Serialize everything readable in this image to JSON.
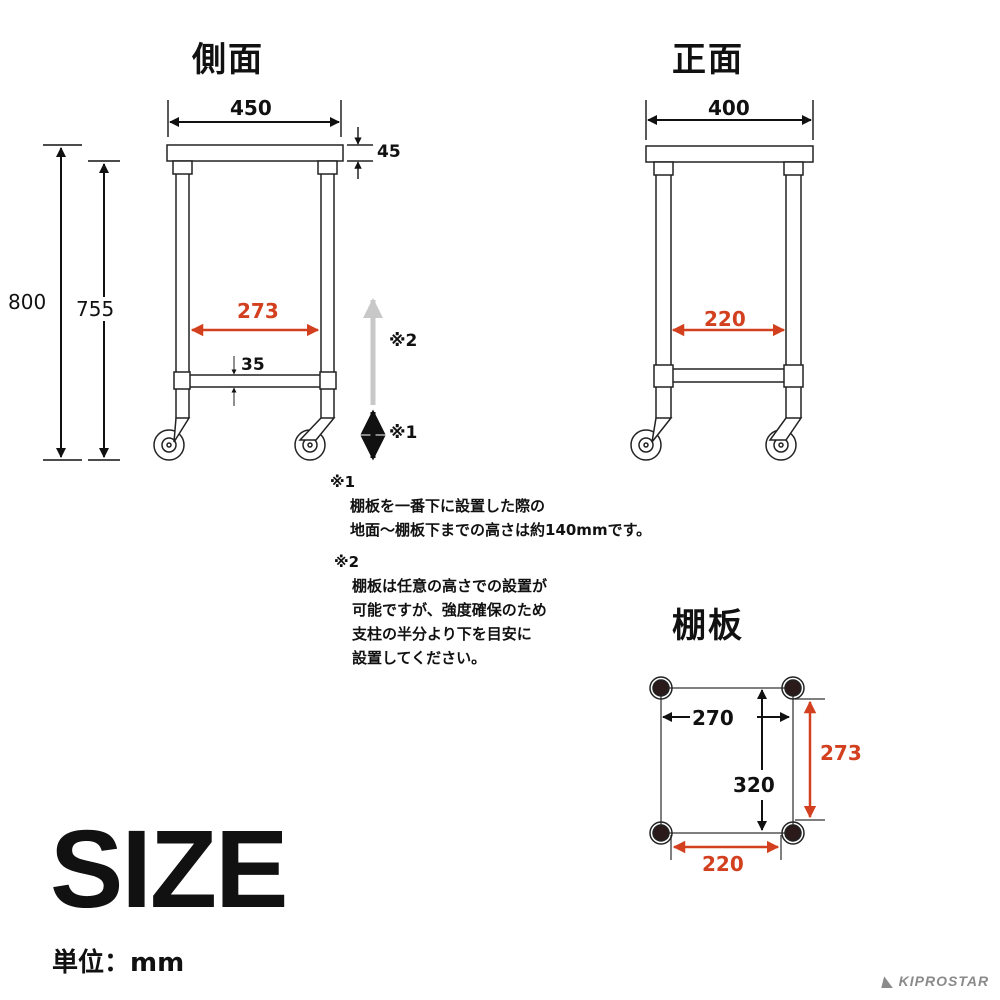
{
  "side_view": {
    "title": "側面",
    "width": "450",
    "top_thickness": "45",
    "total_height": "800",
    "leg_height": "755",
    "inner_width": "273",
    "shelf_thickness": "35"
  },
  "front_view": {
    "title": "正面",
    "width": "400",
    "inner_width": "220"
  },
  "markers": {
    "note1_marker": "※1",
    "note2_marker": "※2"
  },
  "notes": {
    "note1_label": "※1",
    "note1_lines": [
      "棚板を一番下に設置した際の",
      "地面～棚板下までの高さは約140mmです。"
    ],
    "note2_label": "※2",
    "note2_lines": [
      "棚板は任意の高さでの設置が",
      "可能ですが、強度確保のため",
      "支柱の半分より下を目安に",
      "設置してください。"
    ]
  },
  "shelf_view": {
    "title": "棚板",
    "inner_width": "270",
    "depth": "320",
    "inner_depth_red": "273",
    "inner_width_red": "220"
  },
  "footer": {
    "size_heading": "SIZE",
    "unit_label": "単位：mm",
    "brand": "KIPROSTAR"
  },
  "colors": {
    "accent_red": "#d2401f",
    "line": "#222222",
    "gray_arrow": "#c8c8c8"
  }
}
